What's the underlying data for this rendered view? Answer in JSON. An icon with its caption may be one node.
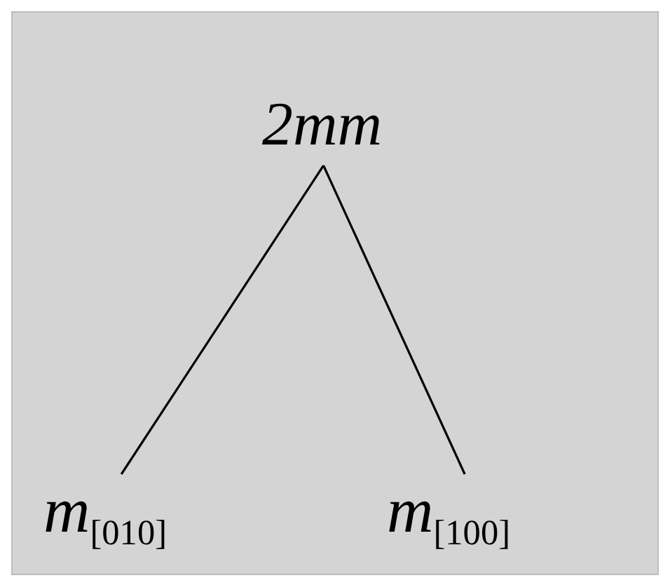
{
  "diagram": {
    "nodes": [
      {
        "text": [
          "2mm"
        ]
      },
      {
        "text": [
          "*m*$_{[010]}$"
        ]
      },
      {
        "text": [
          "*m*$_{[100]}$"
        ]
      }
    ],
    "edges": [
      {
        "from": 0,
        "to": 1,
        "arrow": "none"
      },
      {
        "from": 0,
        "to": 2,
        "arrow": "none"
      }
    ]
  }
}
